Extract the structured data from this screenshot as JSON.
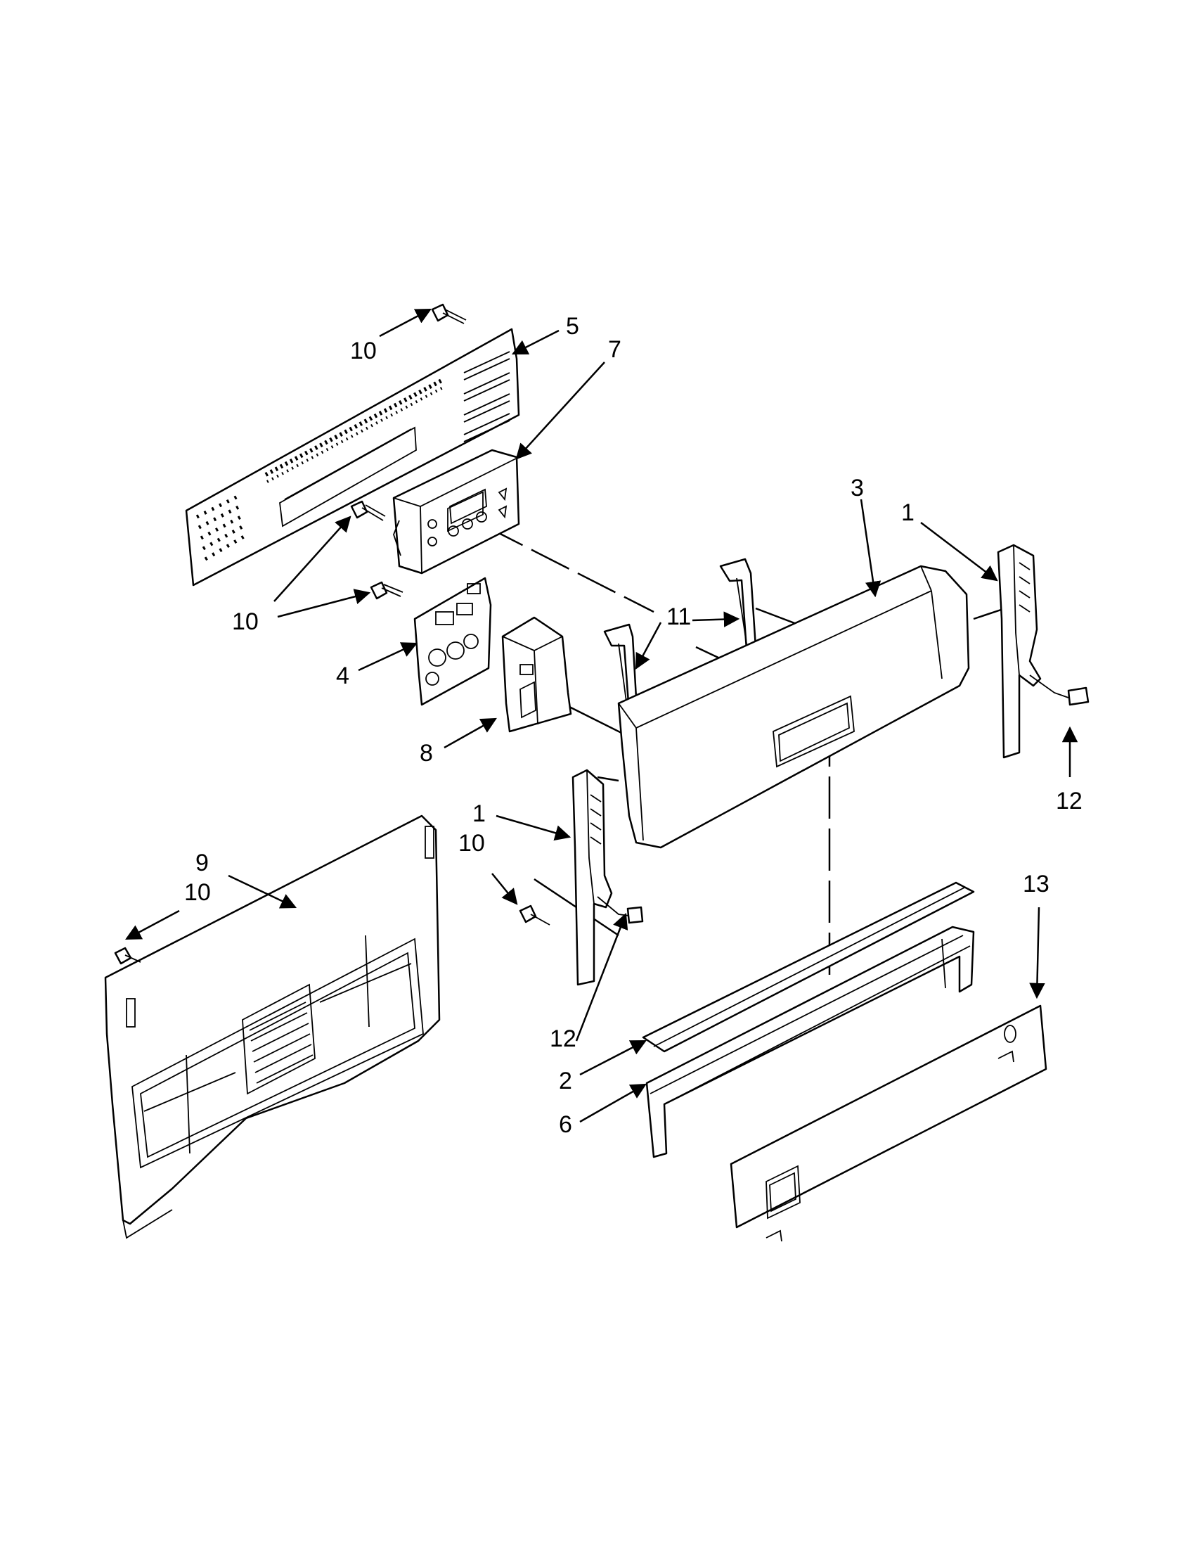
{
  "diagram": {
    "type": "exploded parts diagram",
    "line_color": "#000000",
    "background": "#ffffff",
    "callouts": {
      "c1a": "1",
      "c1b": "1",
      "c2": "2",
      "c3": "3",
      "c4": "4",
      "c5": "5",
      "c6": "6",
      "c7": "7",
      "c8": "8",
      "c9": "9",
      "c10a": "10",
      "c10b": "10",
      "c10c": "10",
      "c10d": "10",
      "c11": "11",
      "c12a": "12",
      "c12b": "12",
      "c13": "13"
    },
    "parts": [
      "control-panel-end-cap",
      "trim-bar",
      "control-panel-console",
      "control-board",
      "rear-control-panel",
      "mounting-bracket",
      "user-interface-control",
      "board-cover",
      "rear-panel",
      "screw",
      "clip",
      "wire-harness",
      "access-panel"
    ]
  }
}
